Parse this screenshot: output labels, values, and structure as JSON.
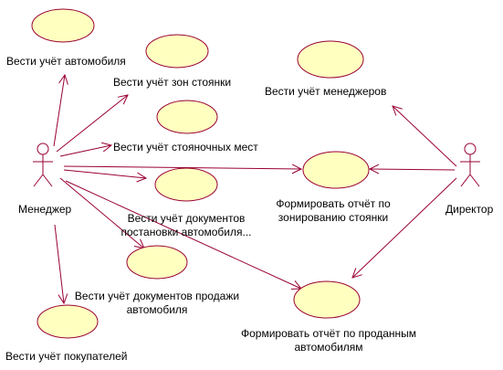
{
  "colors": {
    "background": "#ffffff",
    "usecase_fill": "#ffffc0",
    "usecase_stroke": "#990033",
    "actor_stroke": "#990033",
    "line": "#990033",
    "text": "#000000"
  },
  "actors": {
    "manager": {
      "label": "Менеджер"
    },
    "director": {
      "label": "Директор"
    }
  },
  "usecases": {
    "cars": {
      "lines": [
        "Вести учёт автомобиля"
      ]
    },
    "zones": {
      "lines": [
        "Вести учёт зон стоянки"
      ]
    },
    "places": {
      "lines": [
        "Вести учёт стояночных мест"
      ]
    },
    "managers": {
      "lines": [
        "Вести учёт менеджеров"
      ]
    },
    "parking_docs": {
      "lines": [
        "Вести учёт документов",
        "постановки автомобиля..."
      ]
    },
    "zoning_report": {
      "lines": [
        "Формировать отчёт по",
        "зонированию стоянки"
      ]
    },
    "sales_docs": {
      "lines": [
        "Вести учёт документов продажи",
        "автомобиля"
      ]
    },
    "sales_report": {
      "lines": [
        "Формировать отчёт по проданным",
        "автомобилям"
      ]
    },
    "customers": {
      "lines": [
        "Вести учёт покупателей"
      ]
    }
  }
}
